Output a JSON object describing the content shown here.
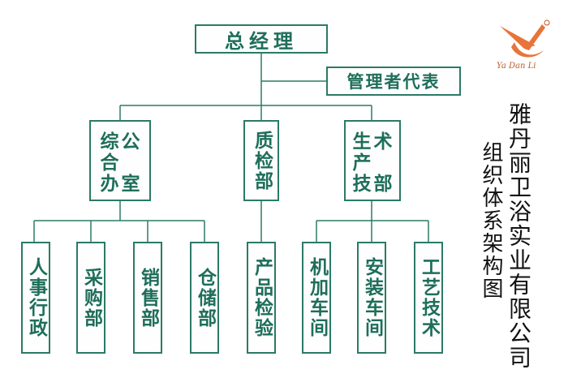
{
  "company": {
    "name": "雅丹丽卫浴实业有限公司",
    "chart_title": "组织体系架构图",
    "brand": "Ya Dan Li"
  },
  "colors": {
    "line": "#2b7a66",
    "text": "#1e6e5a",
    "logo": "#e8743a"
  },
  "nodes": {
    "ceo": "总经理",
    "rep": "管理者代表",
    "office": "综合办公室",
    "office_chars": [
      "综",
      "公",
      "合",
      "",
      "办",
      "室"
    ],
    "quality": "质检部",
    "tech": "生产技术部",
    "tech_chars": [
      "生",
      "术",
      "产",
      "",
      "技",
      "部"
    ],
    "hr": "人事行政",
    "purchase": "采购部",
    "sales": "销售部",
    "warehouse": "仓储部",
    "inspection": "产品检验",
    "machining": "机加车间",
    "assembly": "安装车间",
    "process": "工艺技术"
  }
}
